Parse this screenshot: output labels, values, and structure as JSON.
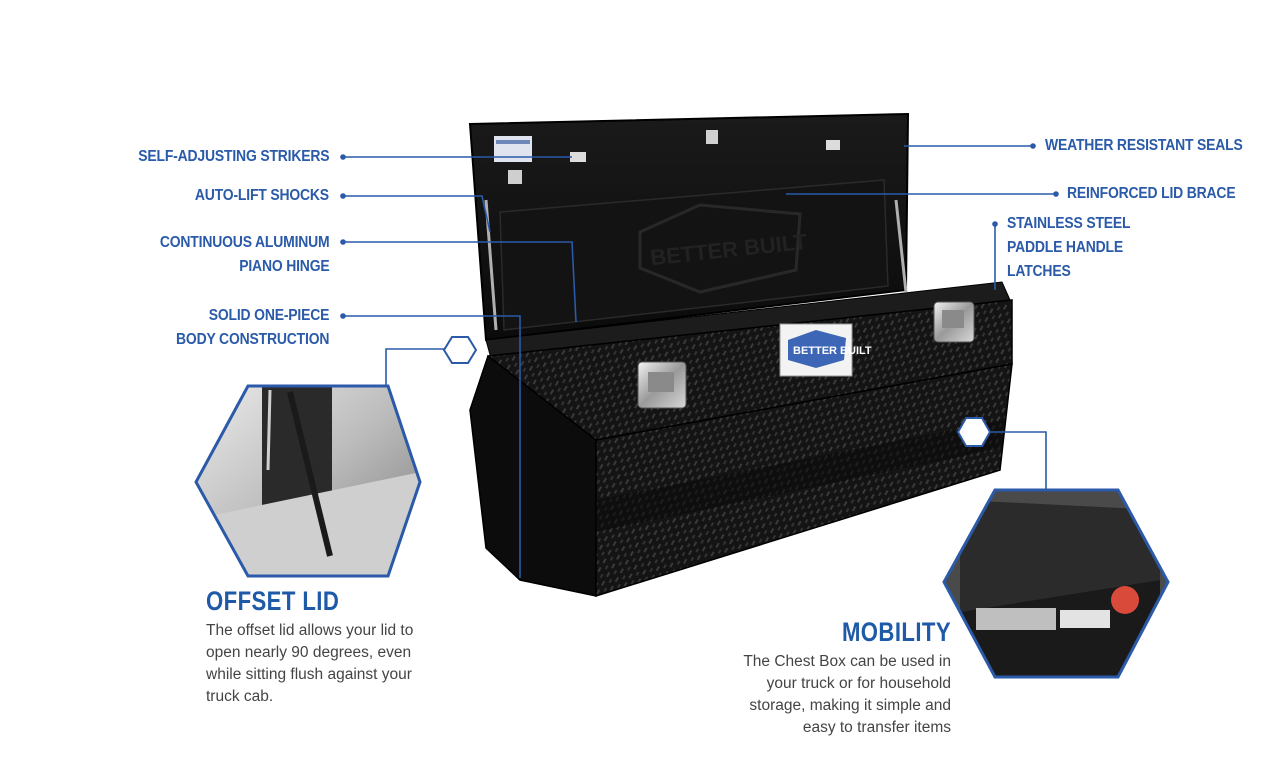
{
  "callouts": {
    "self_adjusting_strikers": "SELF-ADJUSTING STRIKERS",
    "auto_lift_shocks": "AUTO-LIFT SHOCKS",
    "piano_hinge_line1": "CONTINUOUS ALUMINUM",
    "piano_hinge_line2": "PIANO HINGE",
    "body_line1": "SOLID ONE-PIECE",
    "body_line2": "BODY CONSTRUCTION",
    "weather_seals": "WEATHER RESISTANT SEALS",
    "lid_brace": "REINFORCED LID BRACE",
    "latches_line1": "STAINLESS STEEL",
    "latches_line2": "PADDLE HANDLE",
    "latches_line3": "LATCHES"
  },
  "features": {
    "offset_lid": {
      "title": "OFFSET LID",
      "body": [
        "The offset lid allows your lid to",
        "open nearly 90 degrees, even",
        "while sitting flush against your",
        "truck cab."
      ]
    },
    "mobility": {
      "title": "MOBILITY",
      "body": [
        "The Chest Box can be used in",
        "your truck or for household",
        "storage, making it simple and",
        "easy to transfer items"
      ]
    }
  },
  "brand": {
    "logo_text": "BETTER BUILT"
  },
  "colors": {
    "accent": "#2a5aa8",
    "body_text": "#444444",
    "box_black": "#111111"
  }
}
